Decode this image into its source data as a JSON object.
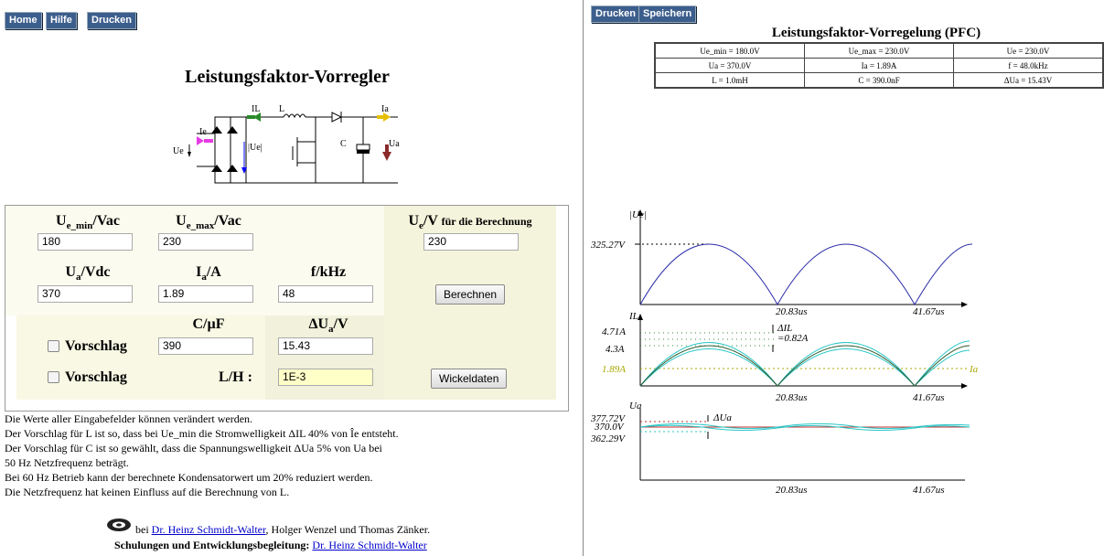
{
  "left_nav": {
    "home": "Home",
    "help": "Hilfe",
    "print": "Drucken"
  },
  "right_nav": {
    "print": "Drucken",
    "save": "Speichern"
  },
  "page_title": "Leistungsfaktor-Vorregler",
  "schematic": {
    "il": "IL",
    "l": "L",
    "ia": "Ia",
    "ie": "Ie",
    "ue": "Ue",
    "ue_abs": "|Ue|",
    "c": "C",
    "ua": "Ua"
  },
  "form": {
    "ue_min": {
      "label": "U",
      "sub": "e_min",
      "unit": "/Vac",
      "value": "180"
    },
    "ue_max": {
      "label": "U",
      "sub": "e_max",
      "unit": "/Vac",
      "value": "230"
    },
    "ue_calc": {
      "label": "U",
      "sub": "e",
      "unit": "/V",
      "suffix": "für die Berechnung",
      "value": "230"
    },
    "ua": {
      "label": "U",
      "sub": "a",
      "unit": "/Vdc",
      "value": "370"
    },
    "ia": {
      "label": "I",
      "sub": "a",
      "unit": "/A",
      "value": "1.89"
    },
    "f": {
      "label": "f/kHz",
      "value": "48"
    },
    "c": {
      "label": "C/µF",
      "value": "390"
    },
    "dua": {
      "label": "ΔU",
      "sub": "a",
      "unit": "/V",
      "value": "15.43"
    },
    "lh": {
      "label": "L/H :",
      "value": "1E-3"
    },
    "vorschlag1": "Vorschlag",
    "vorschlag2": "Vorschlag",
    "calc_button": "Berechnen",
    "winding_button": "Wickeldaten"
  },
  "notes": [
    "Die Werte aller Eingabefelder können verändert werden.",
    "Der Vorschlag für L ist so, dass bei Ue_min die Stromwelligkeit ΔIL 40% von Îe entsteht.",
    "Der Vorschlag für C ist so gewählt, dass die Spannungswelligkeit ΔUa  5% von Ua bei",
    "50 Hz Netzfrequenz beträgt.",
    "Bei 60 Hz Betrieb kann der berechnete Kondensatorwert um 20% reduziert werden.",
    "Die Netzfrequenz hat keinen Einfluss auf die Berechnung von L."
  ],
  "footer": {
    "by": "bei",
    "author_link": "Dr. Heinz Schmidt-Walter",
    "others": ", Holger Wenzel und Thomas Zänker.",
    "training": "Schulungen und Entwicklungsbegleitung:",
    "training_link": "Dr. Heinz Schmidt-Walter"
  },
  "result": {
    "title": "Leistungsfaktor-Vorregelung (PFC)",
    "rows": [
      [
        "Ue_min = 180.0V",
        "Ue_max = 230.0V",
        "Ue = 230.0V"
      ],
      [
        "Ua = 370.0V",
        "Ia = 1.89A",
        "f = 48.0kHz"
      ],
      [
        "L = 1.0mH",
        "C = 390.0nF",
        "ΔUa = 15.43V"
      ]
    ]
  },
  "plots": {
    "ue": {
      "ylabel": "|Ue|",
      "peak": "325.27V",
      "t1": "20.83us",
      "t2": "41.67us"
    },
    "il": {
      "ylabel": "IL",
      "v1": "4.71A",
      "v2": "4.3A",
      "v3": "1.89A",
      "dil": "ΔIL",
      "dil_val": "=0.82A",
      "ia": "Ia",
      "t1": "20.83us",
      "t2": "41.67us"
    },
    "ua": {
      "ylabel": "Ua",
      "v1": "377.72V",
      "v2": "370.0V",
      "v3": "362.29V",
      "dua": "ΔUa",
      "t1": "20.83us",
      "t2": "41.67us"
    }
  },
  "colors": {
    "nav_bg": "#3c5e8c",
    "panel_bg": "#fbfbef",
    "right_panel_bg": "#f4f4dc",
    "lh_input_bg": "#ffffc8",
    "curve_blue": "#2a2aa8",
    "curve_cyan": "#2ac6c6",
    "curve_green": "#2f8a2f",
    "ref_olive": "#a8a800"
  }
}
